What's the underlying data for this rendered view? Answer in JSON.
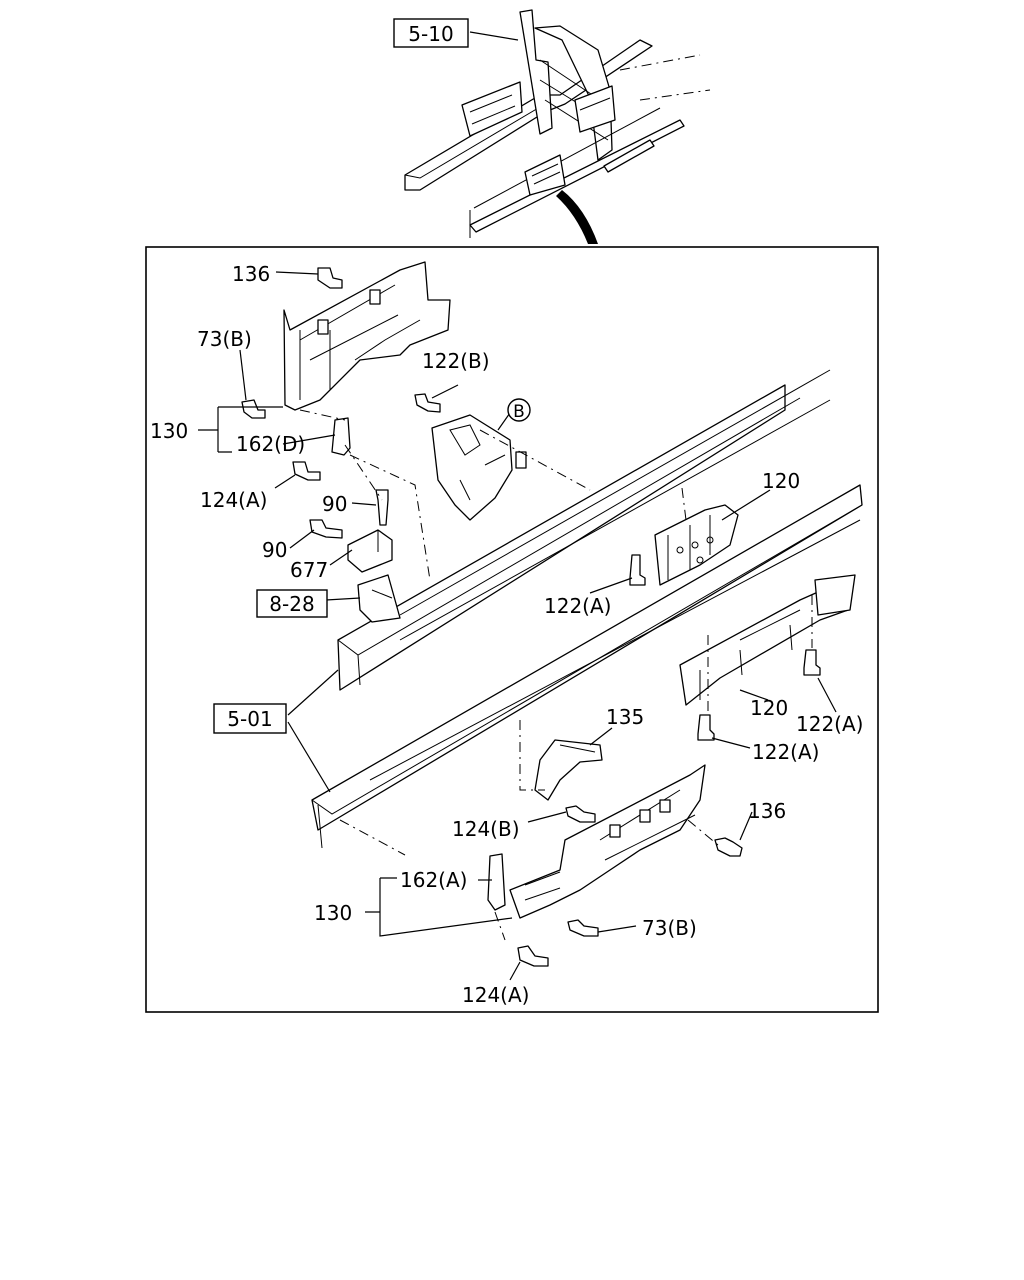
{
  "ref_boxes": {
    "r510": "5-10",
    "r828": "8-28",
    "r501": "5-01"
  },
  "callouts": {
    "p136_top": "136",
    "p73b_top": "73(B)",
    "p122b": "122(B)",
    "circle_b": "B",
    "p130_top": "130",
    "p162d": "162(D)",
    "p124a_top": "124(A)",
    "p90_a": "90",
    "p90_b": "90",
    "p677": "677",
    "p120_top": "120",
    "p122a_top": "122(A)",
    "p120_bottom": "120",
    "p122a_right": "122(A)",
    "p122a_bottom": "122(A)",
    "p135": "135",
    "p136_bottom": "136",
    "p124b": "124(B)",
    "p162a": "162(A)",
    "p130_bottom": "130",
    "p73b_bottom": "73(B)",
    "p124a_bottom": "124(A)"
  }
}
